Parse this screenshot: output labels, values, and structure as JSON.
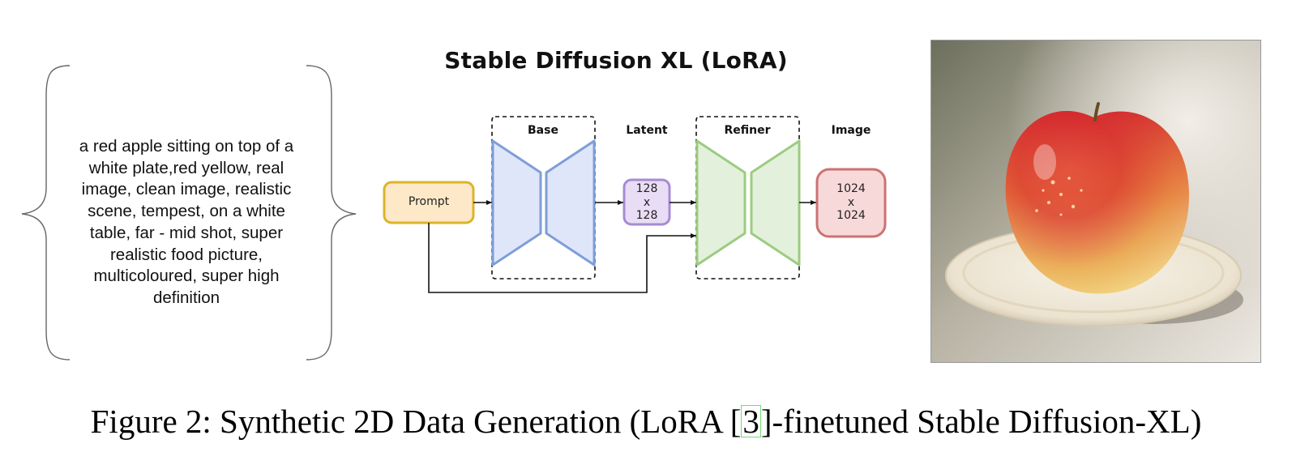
{
  "prompt": {
    "lines": [
      "a red apple sitting on top of a",
      "white plate,red yellow, real",
      "image, clean image, realistic",
      "scene, tempest, on a white",
      "table, far - mid shot, super",
      "realistic food picture,",
      "multicoloured, super high",
      "definition"
    ]
  },
  "diagram": {
    "title": "Stable Diffusion XL (LoRA)",
    "labels": {
      "base": "Base",
      "latent": "Latent",
      "refiner": "Refiner",
      "image": "Image"
    },
    "prompt_box": "Prompt",
    "latent_box": {
      "line1": "128",
      "line2": "x",
      "line3": "128"
    },
    "image_box": {
      "line1": "1024",
      "line2": "x",
      "line3": "1024"
    },
    "colors": {
      "prompt_fill": "#fde9c8",
      "prompt_stroke": "#dcb42a",
      "base_fill": "#dfe6fa",
      "base_stroke": "#7f9ed6",
      "latent_fill": "#e8ddf5",
      "latent_stroke": "#a78bd2",
      "refiner_fill": "#e3f1dc",
      "refiner_stroke": "#9ccb82",
      "image_fill": "#f8d9d9",
      "image_stroke": "#cc7272"
    }
  },
  "caption": {
    "prefix": "Figure 2: Synthetic 2D Data Generation (LoRA [",
    "ref": "3",
    "suffix": "]-finetuned Stable Diffusion-XL)"
  },
  "photo": {
    "subject": "apple-on-plate"
  }
}
